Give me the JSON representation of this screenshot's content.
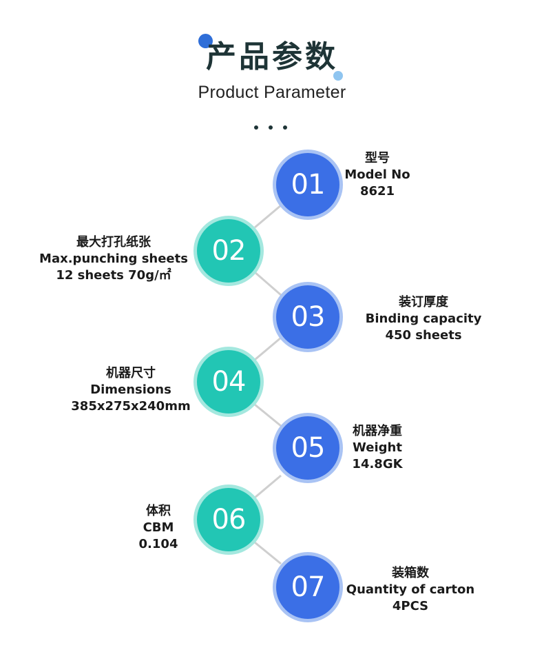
{
  "header": {
    "title_cn": "产品参数",
    "title_en": "Product Parameter"
  },
  "colors": {
    "blue": "#3b6fe6",
    "teal": "#22c6b4",
    "title": "#1e3436"
  },
  "params": [
    {
      "num": "01",
      "cn": "型号",
      "en": "Model No",
      "value": "8621"
    },
    {
      "num": "02",
      "cn": "最大打孔纸张",
      "en": "Max.punching sheets",
      "value": "12 sheets 70g/㎡"
    },
    {
      "num": "03",
      "cn": "装订厚度",
      "en": "Binding capacity",
      "value": "450 sheets"
    },
    {
      "num": "04",
      "cn": "机器尺寸",
      "en": "Dimensions",
      "value": "385x275x240mm"
    },
    {
      "num": "05",
      "cn": "机器净重",
      "en": "Weight",
      "value": "14.8GK"
    },
    {
      "num": "06",
      "cn": "体积",
      "en": "CBM",
      "value": "0.104"
    },
    {
      "num": "07",
      "cn": "装箱数",
      "en": "Quantity of carton",
      "value": "4PCS"
    }
  ]
}
